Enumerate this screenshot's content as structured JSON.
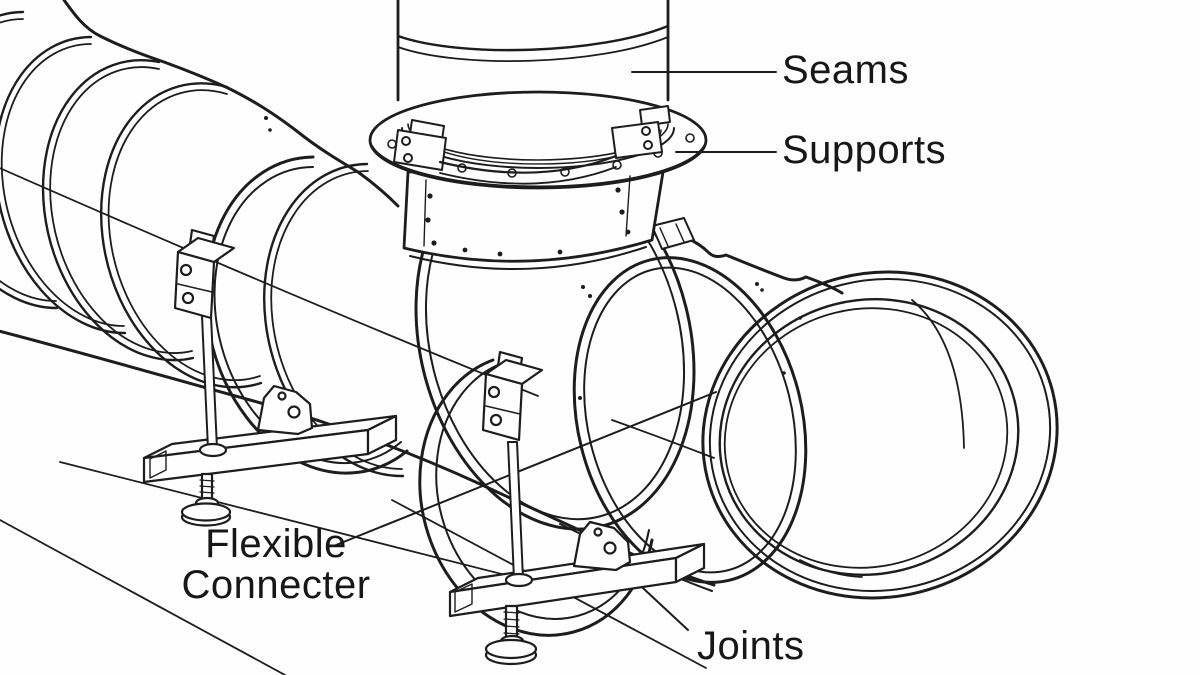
{
  "diagram": {
    "type": "technical-line-illustration",
    "description": "Round corrugated duct run with vertical branch takeoff, flange, band clamps, hanger-rod floor stands and open duct end",
    "ink_color": "#1d1d1d",
    "background_color": "#fefefe"
  },
  "annotations": {
    "seams": {
      "text": "Seams"
    },
    "supports": {
      "text": "Supports"
    },
    "flexible_connecter": {
      "line1": "Flexible",
      "line2": "Connecter"
    },
    "joints": {
      "text": "Joints"
    }
  }
}
